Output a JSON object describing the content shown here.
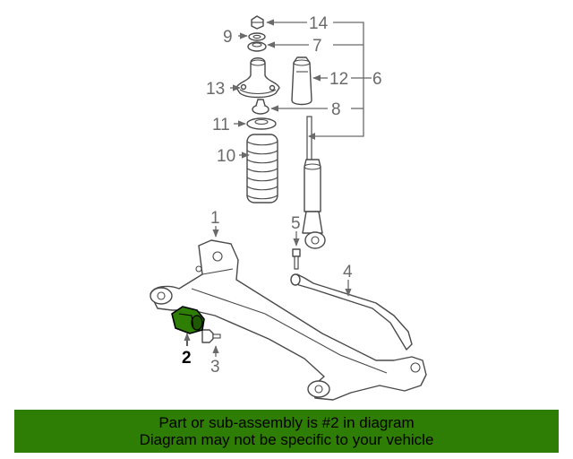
{
  "callouts": {
    "n1": "1",
    "n2": "2",
    "n3": "3",
    "n4": "4",
    "n5": "5",
    "n6": "6",
    "n7": "7",
    "n8": "8",
    "n9": "9",
    "n10": "10",
    "n11": "11",
    "n12": "12",
    "n13": "13",
    "n14": "14"
  },
  "highlight": {
    "part_number": "2",
    "color": "#2e7d05"
  },
  "banner": {
    "line1": "Part or sub-assembly is #2 in diagram",
    "line2": "Diagram may not be specific to your vehicle",
    "background": "#2e7d05"
  }
}
